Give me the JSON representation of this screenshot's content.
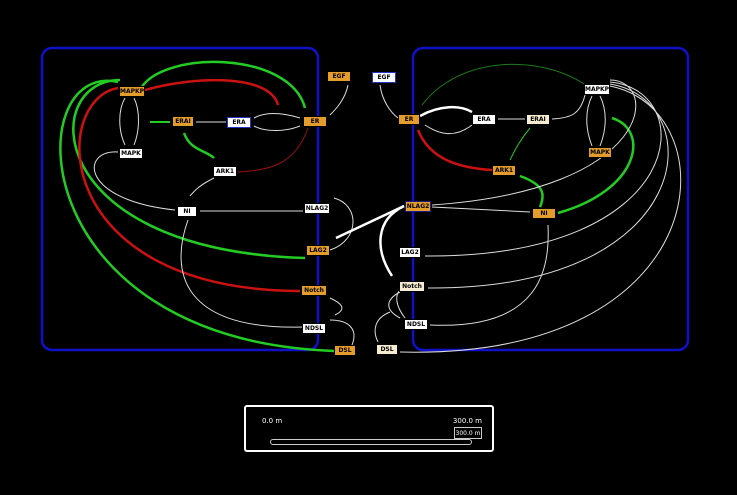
{
  "colors": {
    "background": "#000000",
    "compartment_border": "#1010c8",
    "activation": "#22cc22",
    "inhibition": "#cc1111",
    "neutral": "#dddddd",
    "node_orange": "#e49d2a"
  },
  "nodes": {
    "left_mapkp": "MAPKP",
    "left_mapk": "MAPK",
    "left_erai": "ERAI",
    "left_era": "ERA",
    "left_er": "ER",
    "left_ark1": "ARK1",
    "left_ni": "NI",
    "left_nlag2": "NLAG2",
    "left_lag2": "LAG2",
    "left_notch": "Notch",
    "left_ndsl": "NDSL",
    "left_dsl": "DSL",
    "left_egf": "EGF",
    "right_egf": "EGF",
    "right_er": "ER",
    "right_era": "ERA",
    "right_erai": "ERAI",
    "right_mapkp": "MAPKP",
    "right_mapk": "MAPK",
    "right_ark1": "ARK1",
    "right_ni": "NI",
    "right_nlag2": "NLAG2",
    "right_lag2": "LAG2",
    "right_notch": "Notch",
    "right_ndsl": "NDSL",
    "right_dsl": "DSL"
  },
  "timebar": {
    "start_label": "0.0 m",
    "end_label": "300.0 m",
    "current_label": "300.0 m",
    "progress": 1.0
  }
}
